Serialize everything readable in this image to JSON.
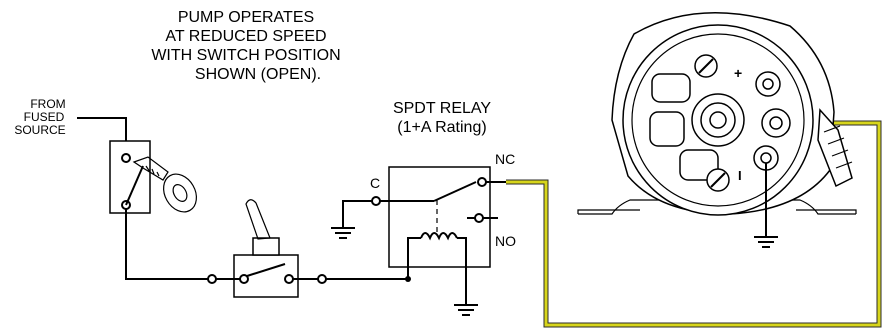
{
  "notes": {
    "pump": [
      "PUMP OPERATES",
      "AT REDUCED SPEED",
      "WITH SWITCH POSITION",
      "SHOWN (OPEN)."
    ],
    "source": [
      "FROM",
      "FUSED",
      "SOURCE"
    ],
    "relay": [
      "SPDT RELAY",
      "(1+A Rating)"
    ]
  },
  "relay_terminals": {
    "common": "C",
    "normally_closed": "NC",
    "normally_open": "NO"
  },
  "pump_terminals": {
    "positive": "+",
    "low": "I"
  },
  "colors": {
    "line": "#000000",
    "yellow_wire": "#d7d51b",
    "background": "#ffffff"
  },
  "icons": [
    "key-switch-icon",
    "key-icon",
    "toggle-switch-icon",
    "relay-coil-icon",
    "ground-icon",
    "pump-motor-icon"
  ]
}
